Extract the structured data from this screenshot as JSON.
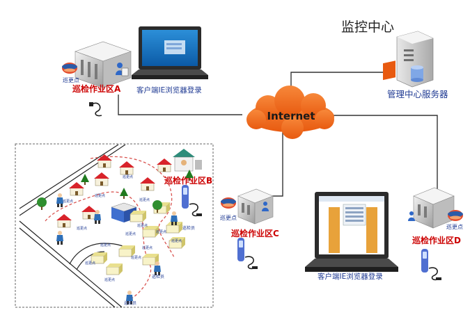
{
  "title": "监控中心",
  "server_label": "管理中心服务器",
  "internet_label": "Internet",
  "zones": {
    "a": {
      "label": "巡检作业区A",
      "point_label": "巡更点"
    },
    "b": {
      "label": "巡检作业区B"
    },
    "c": {
      "label": "巡检作业区C",
      "point_label": "巡更点"
    },
    "d": {
      "label": "巡检作业区D",
      "point_label": "巡更点"
    }
  },
  "client_top_label": "客户端IE浏览器登录",
  "client_bottom_label": "客户端IE浏览器登录",
  "map": {
    "point_labels": [
      "巡更点",
      "巡更点",
      "巡更点",
      "巡更点",
      "巡更点",
      "巡更点",
      "巡更点",
      "巡更点",
      "巡更点",
      "巡更点",
      "巡更点",
      "巡更点",
      "巡更点",
      "巡更点"
    ],
    "person_labels": [
      "巡检员",
      "巡检员",
      "巡检员"
    ]
  },
  "colors": {
    "label_red": "#cc0000",
    "label_blue": "#1f3a93",
    "cloud": "#f26a1b",
    "line": "#333333",
    "route": "#d9534f",
    "roof": "#d8232a"
  }
}
